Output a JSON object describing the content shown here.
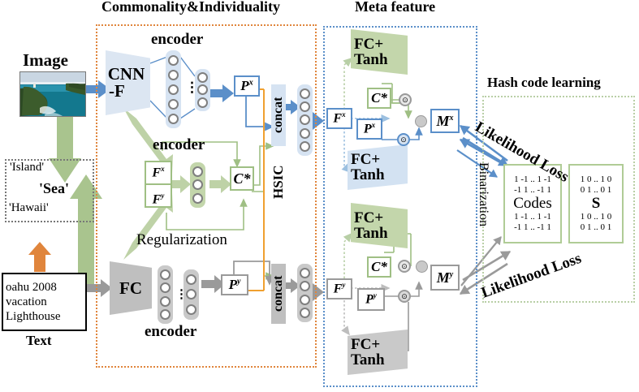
{
  "panels": {
    "commonality": {
      "title": "Commonality&Individuality"
    },
    "meta": {
      "title": "Meta feature"
    },
    "hash": {
      "title": "Hash code learning"
    }
  },
  "inputs": {
    "image_label": "Image",
    "text_label": "Text",
    "text_box": "oahu  2008 vacation Lighthouse",
    "tags": [
      {
        "text": "'Island'"
      },
      {
        "text": "'Sea'"
      },
      {
        "text": "'Hawaii'"
      }
    ]
  },
  "backbones": {
    "cnn": "CNN\n-F",
    "cnn_line1": "CNN",
    "cnn_line2": "-F",
    "fc": "FC"
  },
  "labels": {
    "encoder_top": "encoder",
    "encoder_mid": "encoder",
    "encoder_bottom": "encoder",
    "regularization": "Regularization",
    "concat_top": "concat",
    "concat_bottom": "concat",
    "hsic": "HSIC",
    "binarization": "Binarization",
    "likelihood_loss_top": "Likelihood Loss",
    "likelihood_loss_bottom": "Likelihood Loss"
  },
  "nodes": {
    "px": "P",
    "px_sup": "x",
    "py": "P",
    "py_sup": "y",
    "fx": "F",
    "fx_sup": "x",
    "fy": "F",
    "fy_sup": "y",
    "cstar": "C*",
    "mx": "M",
    "mx_sup": "x",
    "my": "M",
    "my_sup": "y"
  },
  "meta_blocks": {
    "fc_tanh_1": "FC+ Tanh",
    "fc_tanh_2": "FC+ Tanh",
    "fc_tanh_3": "FC+ Tanh",
    "fc_tanh_4": "FC+ Tanh",
    "fc_tanh_line1": "FC+",
    "fc_tanh_line2": "Tanh"
  },
  "hash": {
    "codes_name": "Codes",
    "s_name": "S",
    "codes_rows_top": [
      "1 -1 .. 1 -1",
      "-1 1 .. -1 1"
    ],
    "codes_rows_bottom": [
      "1 -1 .. 1 -1",
      "-1 1 .. -1 1"
    ],
    "s_rows_top": [
      "1 0 .. 1 0",
      "0 1 .. 0 1"
    ],
    "s_rows_bottom": [
      "1 0 .. 1 0",
      "0 1 .. 0 1"
    ]
  },
  "colors": {
    "image_blue": "#5b8fc9",
    "text_gray": "#9a9a9a",
    "green": "#a9c48e",
    "orange": "#e0853c",
    "panel_orange": "#e0853c",
    "panel_blue": "#5b8fc9",
    "panel_green": "#b9cfa6",
    "node_fill": "#ffffff",
    "cnn_fill": "#dce6f2",
    "fc_fill": "#bfbfbf"
  },
  "operators": {
    "dot_product": "⊙",
    "sum": ""
  }
}
